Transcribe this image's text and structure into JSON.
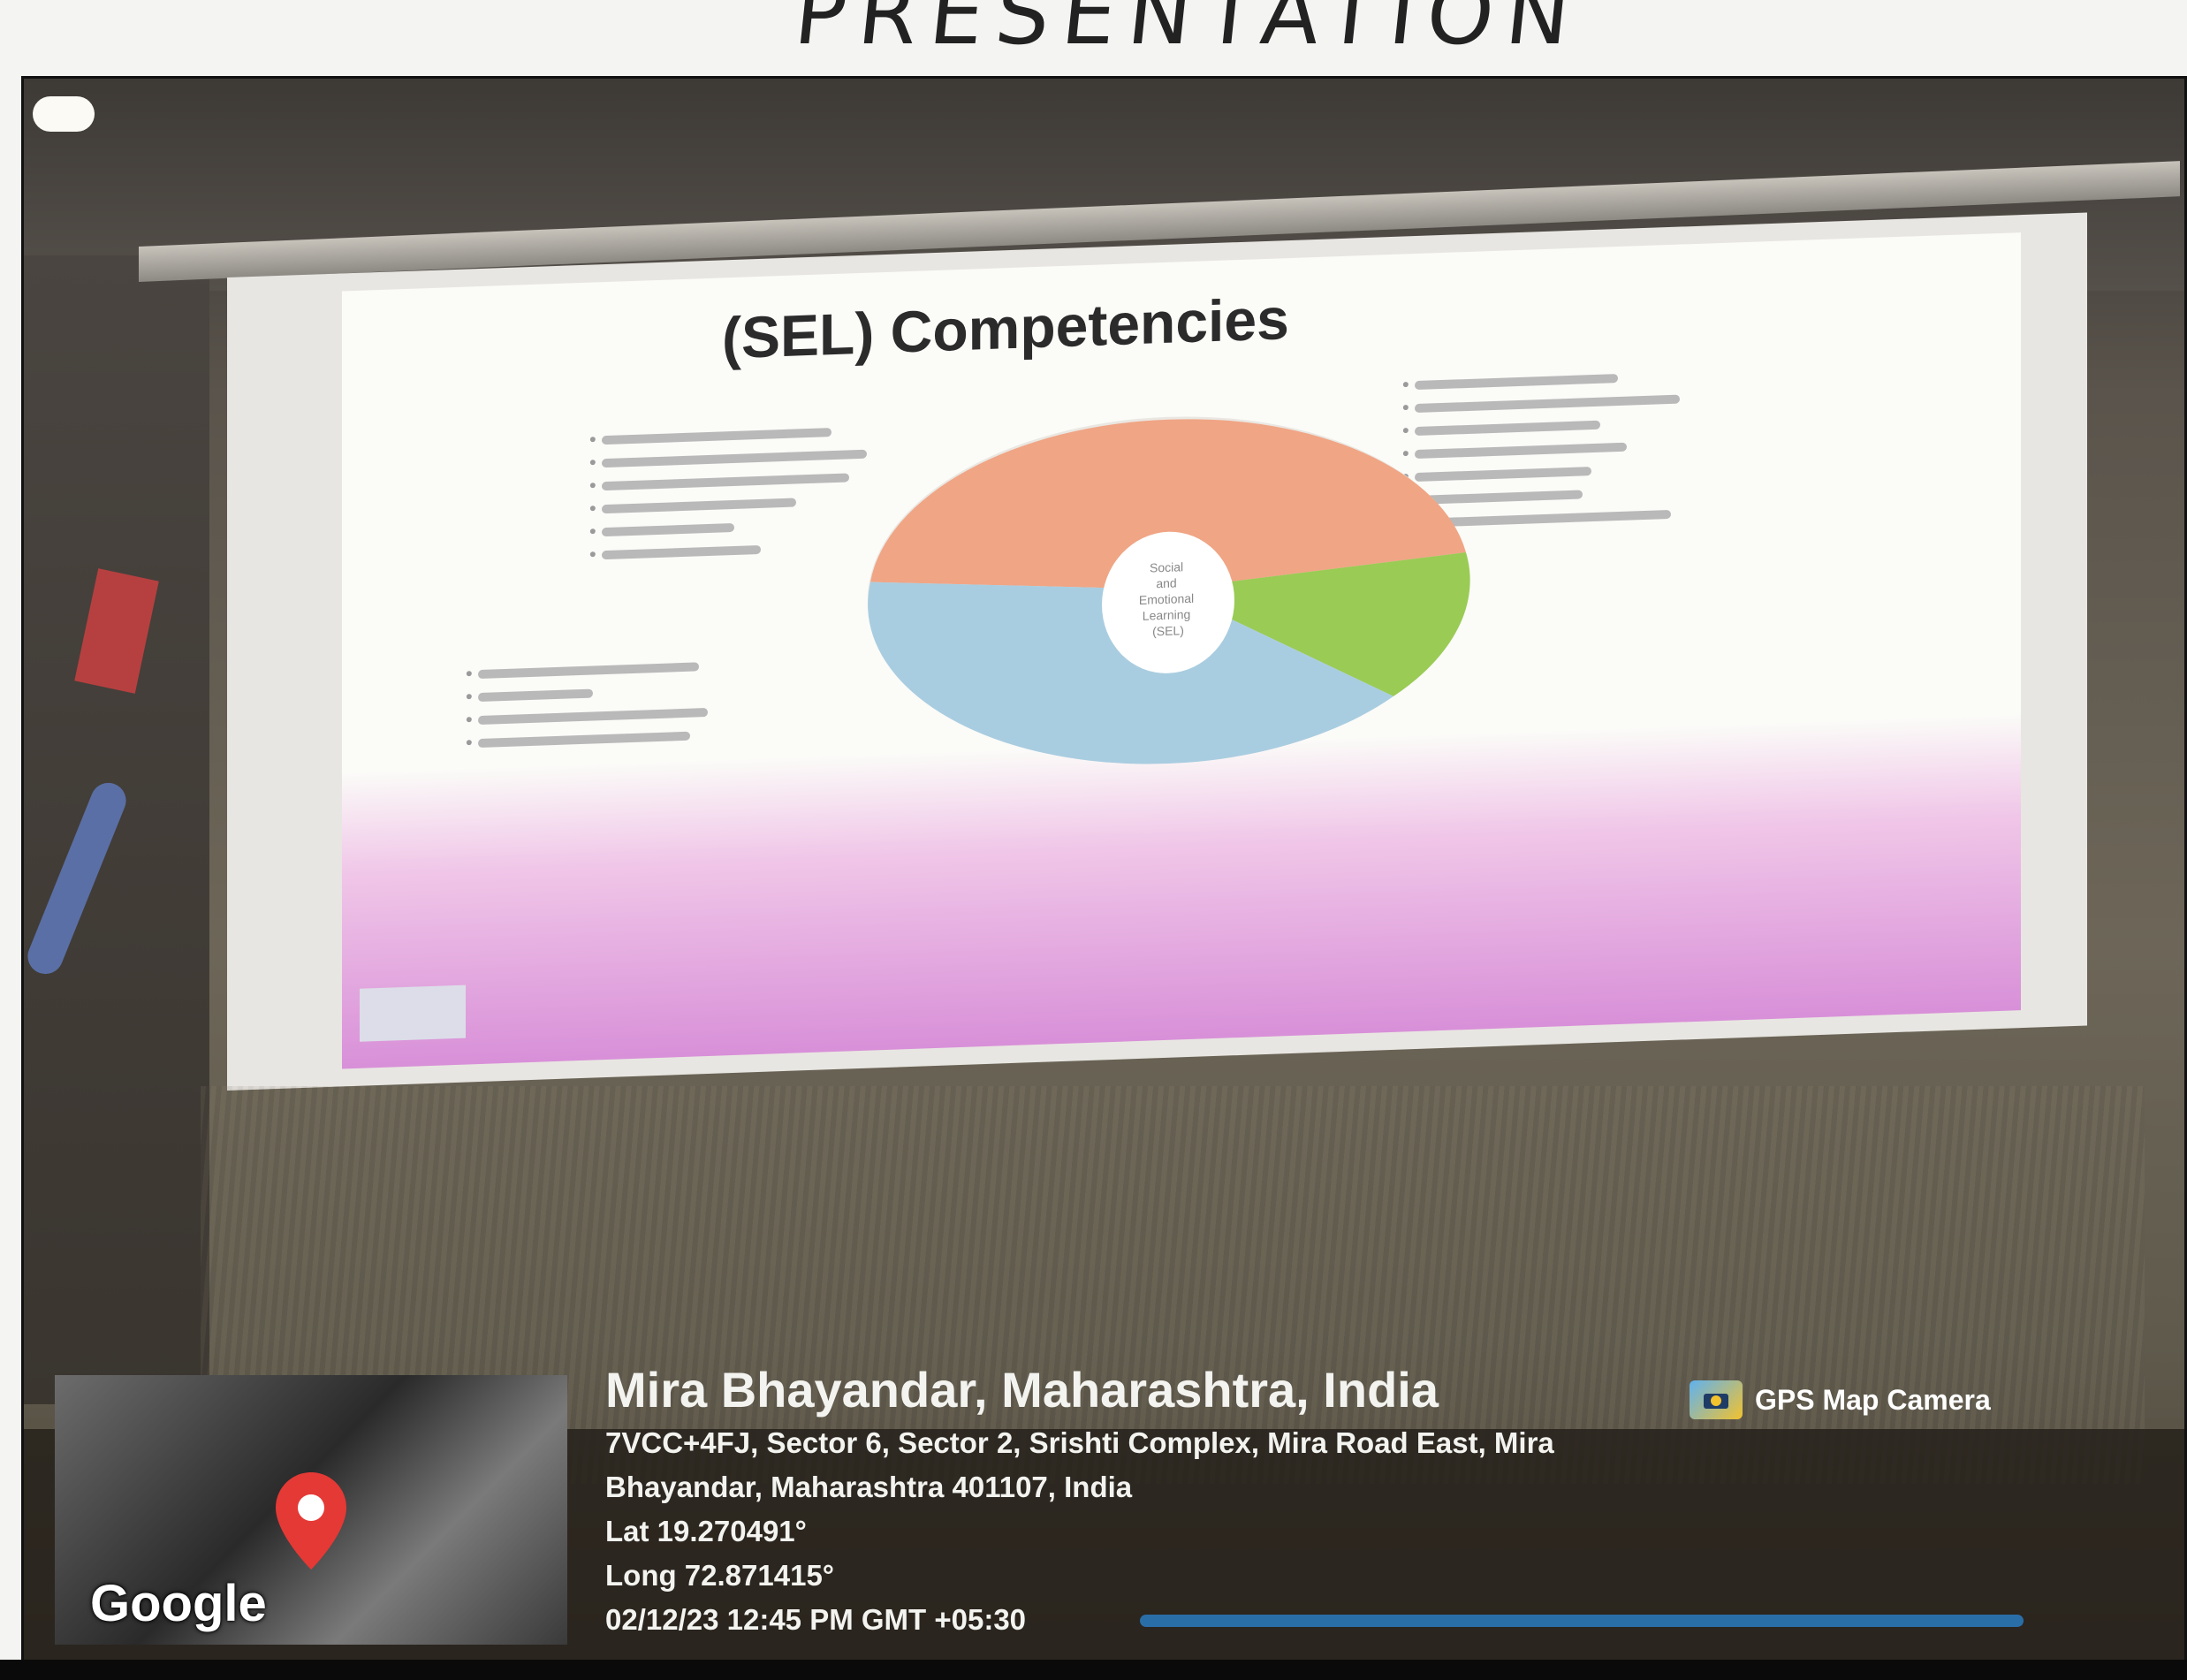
{
  "handwriting": {
    "text": "PRESENTATION"
  },
  "slide": {
    "title": "(SEL) Competencies",
    "wheel_center_label": [
      "Social",
      "and",
      "Emotional",
      "Learning",
      "(SEL)"
    ],
    "wheel_colors": {
      "top_left": "#f0a585",
      "top_right": "#f0a585",
      "right": "#9acb55",
      "bottom_left": "#a9cde0",
      "center": "#ffffff",
      "background_band": "#d890d8"
    }
  },
  "overlay": {
    "app_badge": "GPS Map Camera",
    "map_brand": "Google",
    "location_title": "Mira Bhayandar, Maharashtra, India",
    "address_line_1": "7VCC+4FJ, Sector 6, Sector 2, Srishti Complex, Mira Road East, Mira",
    "address_line_2": "Bhayandar, Maharashtra 401107, India",
    "latitude": "Lat 19.270491°",
    "longitude": "Long 72.871415°",
    "timestamp": "02/12/23 12:45 PM GMT +05:30",
    "pin_color": "#e53935"
  }
}
